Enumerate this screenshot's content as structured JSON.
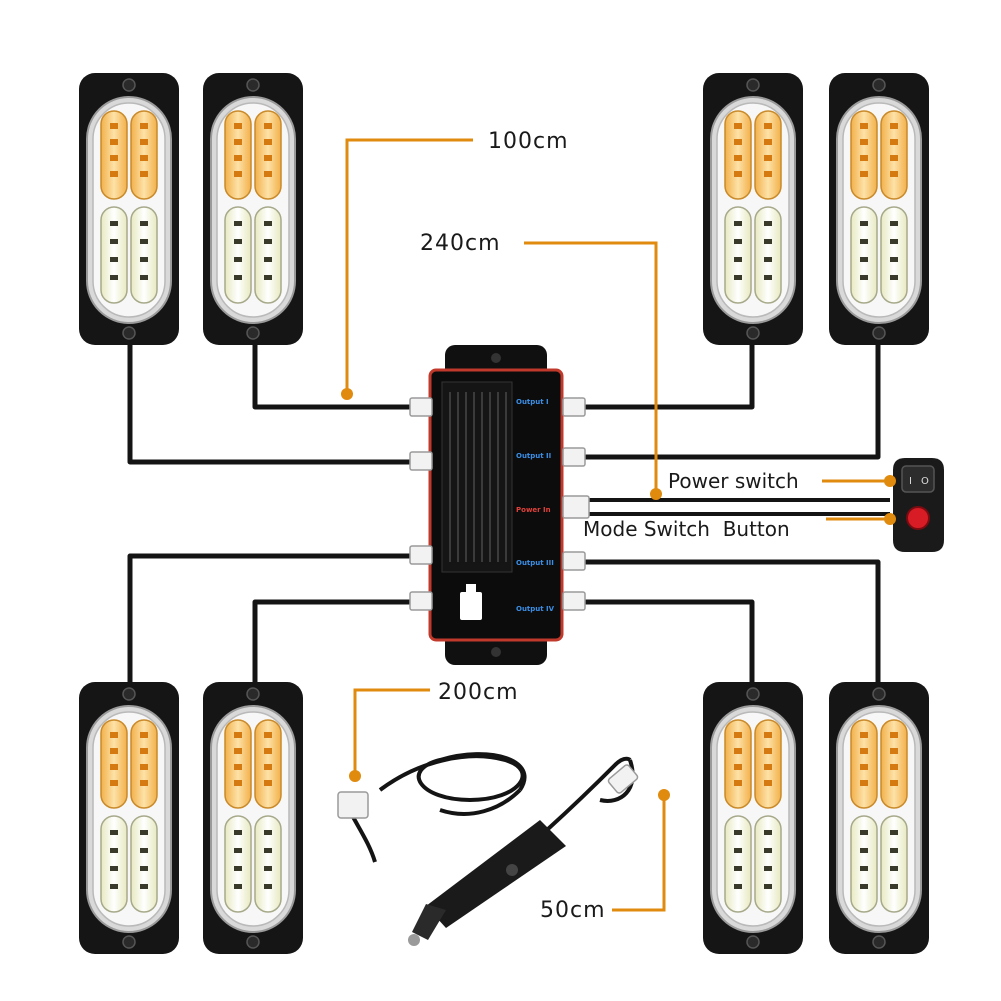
{
  "labels": {
    "len_100": "100cm",
    "len_240": "240cm",
    "len_200": "200cm",
    "len_50": "50cm",
    "power_switch": "Power switch",
    "mode_button": "Mode Switch  Button"
  },
  "controller": {
    "ports": [
      "Output I",
      "Output II",
      "Power In",
      "Output III",
      "Output IV"
    ]
  },
  "colors": {
    "leader": "#e08a0e",
    "cable": "#141414",
    "housing": "#151515",
    "amber_led": "#f0a030",
    "white_led": "#f6f2c8",
    "controller_face": "#0c0c0c",
    "controller_trim": "#c0392b",
    "button_red": "#d81c26"
  },
  "icons": {
    "lights": "led-strobe-light-icon",
    "controller": "controller-box-icon",
    "switch": "rocker-switch-icon",
    "plug": "cigarette-lighter-plug-icon"
  }
}
